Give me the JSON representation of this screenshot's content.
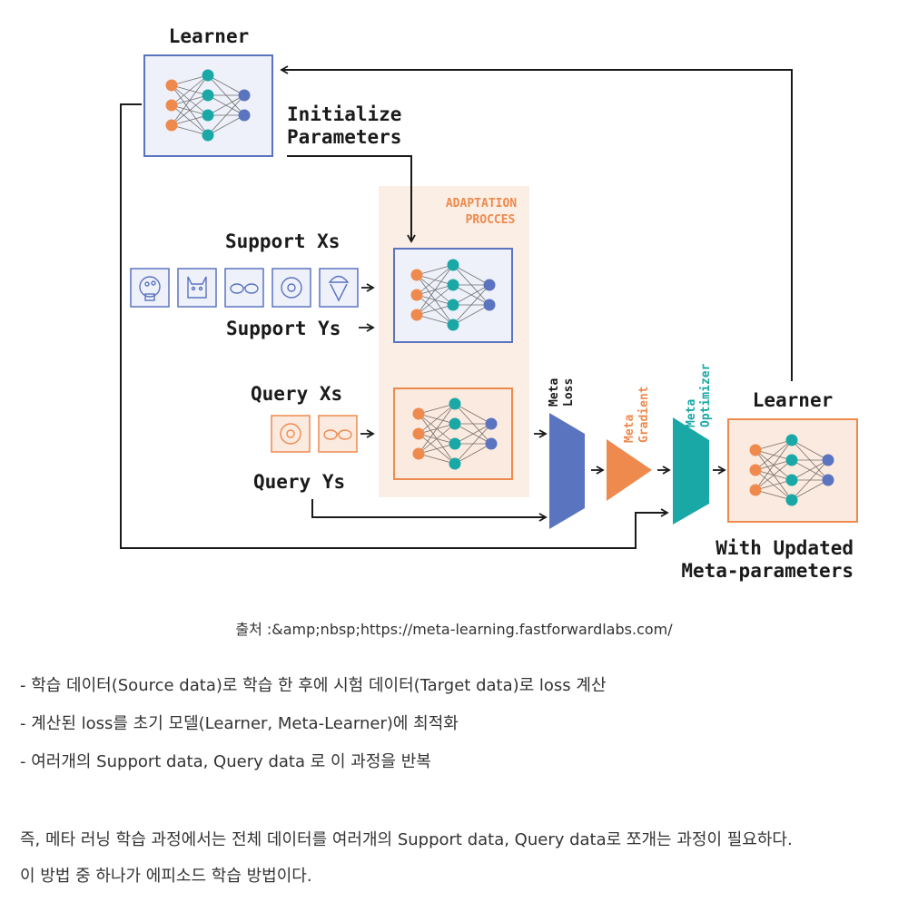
{
  "diagram": {
    "learner_top": "Learner",
    "initialize_line1": "Initialize",
    "initialize_line2": "Parameters",
    "adaptation_line1": "ADAPTATION",
    "adaptation_line2": "PROCCES",
    "support_xs": "Support Xs",
    "support_ys": "Support Ys",
    "query_xs": "Query Xs",
    "query_ys": "Query Ys",
    "meta_loss_line1": "Meta",
    "meta_loss_line2": "Loss",
    "meta_gradient_line1": "Meta",
    "meta_gradient_line2": "Gradient",
    "meta_optimizer_line1": "Meta",
    "meta_optimizer_line2": "Optimizer",
    "learner_right": "Learner",
    "updated_line1": "With Updated",
    "updated_line2": "Meta-parameters",
    "colors": {
      "blue": "#5b74c0",
      "orange": "#ee8a4e",
      "teal": "#1aa8a6",
      "blue_fill": "#eef1f9",
      "orange_fill": "#fbeadf",
      "adapt_bg": "#fbeee4"
    },
    "support_icons": [
      "mushroom-icon",
      "dog-icon",
      "sunglasses-icon",
      "donut-icon",
      "ice-cream-icon"
    ],
    "query_icons": [
      "donut-icon",
      "sunglasses-icon"
    ]
  },
  "caption": "출처 :&amp;nbsp;https://meta-learning.fastforwardlabs.com/",
  "bullets": [
    "- 학습 데이터(Source data)로 학습 한 후에 시험 데이터(Target data)로 loss 계산",
    "- 계산된 loss를 초기 모델(Learner, Meta-Learner)에 최적화",
    "- 여러개의 Support data, Query data 로 이 과정을 반복"
  ],
  "paragraph": [
    "즉, 메타 러닝 학습 과정에서는 전체 데이터를 여러개의  Support data, Query data로 쪼개는 과정이 필요하다.",
    "이 방법 중 하나가 에피소드 학습 방법이다."
  ]
}
